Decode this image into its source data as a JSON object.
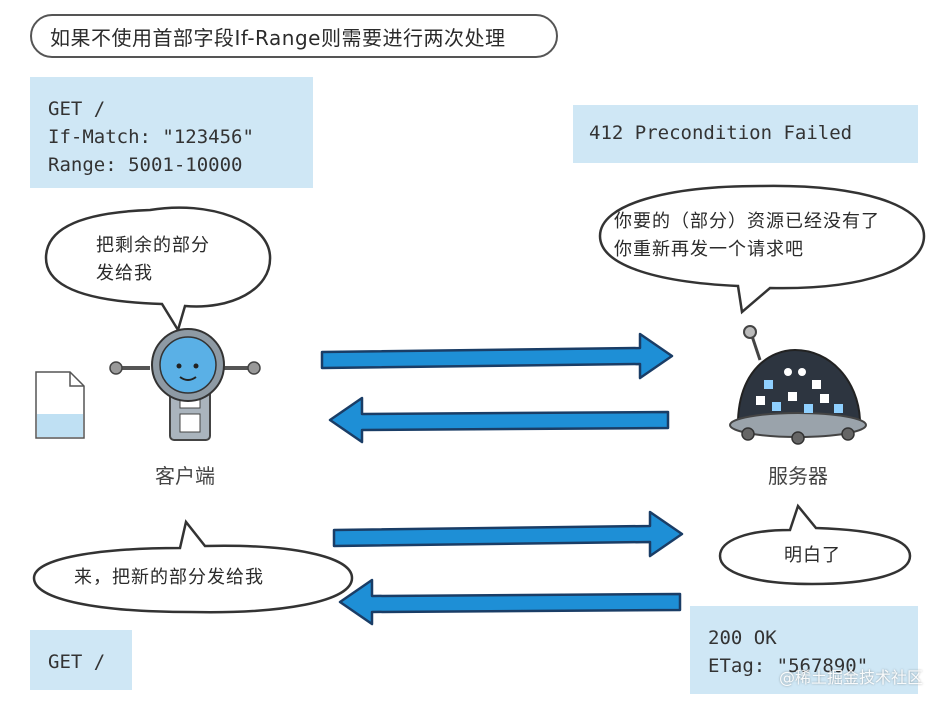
{
  "title": "如果不使用首部字段If-Range则需要进行两次处理",
  "request1": {
    "line1": "GET /",
    "line2": "If-Match: \"123456\"",
    "line3": "Range: 5001-10000"
  },
  "response1": {
    "status": "412 Precondition Failed"
  },
  "client_bubble1": {
    "line1": "把剩余的部分",
    "line2": "发给我"
  },
  "server_bubble1": {
    "line1": "你要的（部分）资源已经没有了",
    "line2": "你重新再发一个请求吧"
  },
  "client_label": "客户端",
  "server_label": "服务器",
  "client_bubble2": {
    "text": "来，把新的部分发给我"
  },
  "server_bubble2": {
    "text": "明白了"
  },
  "request2": {
    "line1": "GET /"
  },
  "response2": {
    "line1": "200 OK",
    "line2": "ETag: \"567890\""
  },
  "watermark": "@稀土掘金技术社区",
  "colors": {
    "arrow": "#1e8fd6",
    "arrow_outline": "#1a3d66",
    "code_bg": "#cfe7f5",
    "robot_body": "#5ab0e6",
    "server_dome": "#2d3540"
  }
}
